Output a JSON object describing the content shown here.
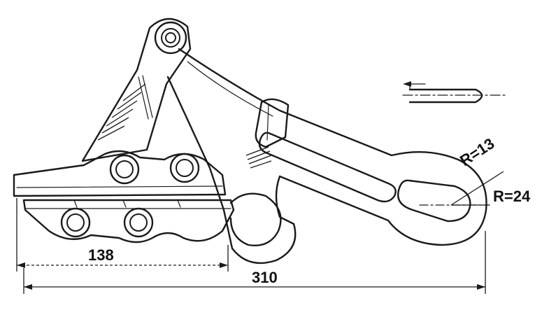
{
  "dimensions": {
    "jaw_length": "138",
    "overall_length": "310"
  },
  "radii": {
    "inner": "R=13",
    "outer": "R=24"
  }
}
